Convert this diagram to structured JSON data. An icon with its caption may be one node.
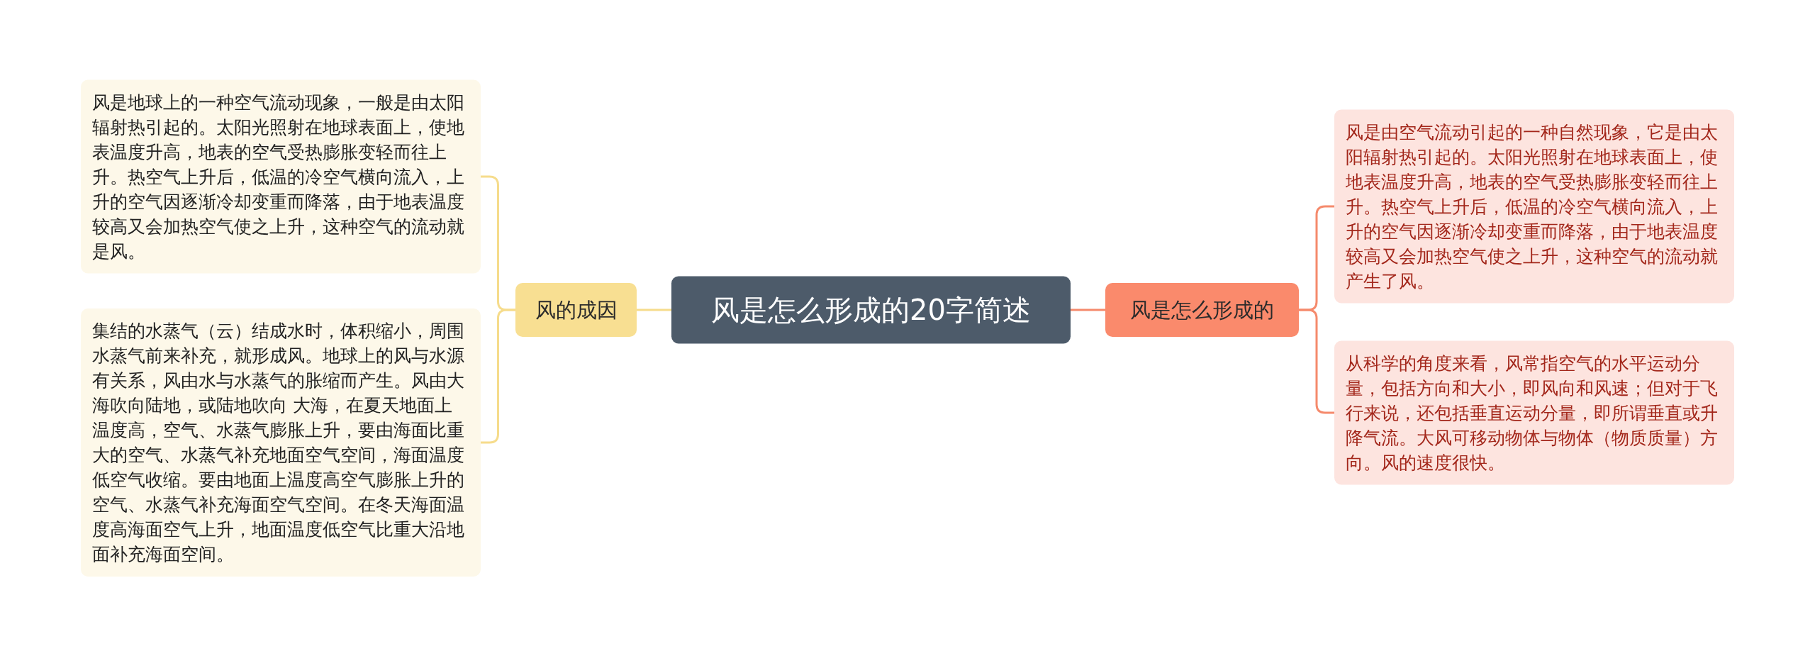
{
  "diagram": {
    "nodes": [
      {
        "text": [
          "风是怎么形成的20字简述"
        ]
      },
      {
        "text": [
          "风的成因"
        ]
      },
      {
        "text": [
          "风是地球上的一种空气流动现象，一般是由太阳辐射热引起的。太阳光照射在地球表面上，使地表温度升高，地表的空气受热膨胀变轻而往上升。热空气上升后，低温的冷空气横向流入，上升的空气因逐渐冷却变重而降落，由于地表温度较高又会加热空气使之上升，这种空气的流动就是风。"
        ]
      },
      {
        "text": [
          "集结的水蒸气（云）结成水时，体积缩小，周围水蒸气前来补充，就形成风。地球上的风与水源有关系，风由水与水蒸气的胀缩而产生。风由大海吹向陆地，或陆地吹向 大海，在夏天地面上温度高，空气、水蒸气膨胀上升，要由海面比重大的空气、水蒸气补充地面空气空间，海面温度低空气收缩。要由地面上温度高空气膨胀上升的空气、水蒸气补充海面空气空间。在冬天海面温度高海面空气上升，地面温度低空气比重大沿地面补充海面空间。"
        ]
      },
      {
        "text": [
          "风是怎么形成的"
        ]
      },
      {
        "text": [
          "风是由空气流动引起的一种自然现象，它是由太阳辐射热引起的。太阳光照射在地球表面上，使地表温度升高，地表的空气受热膨胀变轻而往上升。热空气上升后，低温的冷空气横向流入，上升的空气因逐渐冷却变重而降落，由于地表温度较高又会加热空气使之上升，这种空气的流动就产生了风。"
        ]
      },
      {
        "text": [
          "从科学的角度来看，风常指空气的水平运动分量，包括方向和大小，即风向和风速；但对于飞行来说，还包括垂直运动分量，即所谓垂直或升降气流。大风可移动物体与物体（物质质量）方向。风的速度很快。"
        ]
      }
    ],
    "edges": [
      {
        "from": 0,
        "to": 1,
        "arrow": "none",
        "color": "#f6dc8c"
      },
      {
        "from": 1,
        "to": 2,
        "arrow": "none",
        "color": "#f6dc8c"
      },
      {
        "from": 1,
        "to": 3,
        "arrow": "none",
        "color": "#f6dc8c"
      },
      {
        "from": 0,
        "to": 4,
        "arrow": "none",
        "color": "#f58a6c"
      },
      {
        "from": 4,
        "to": 5,
        "arrow": "none",
        "color": "#f58a6c"
      },
      {
        "from": 4,
        "to": 6,
        "arrow": "none",
        "color": "#f58a6c"
      }
    ]
  }
}
